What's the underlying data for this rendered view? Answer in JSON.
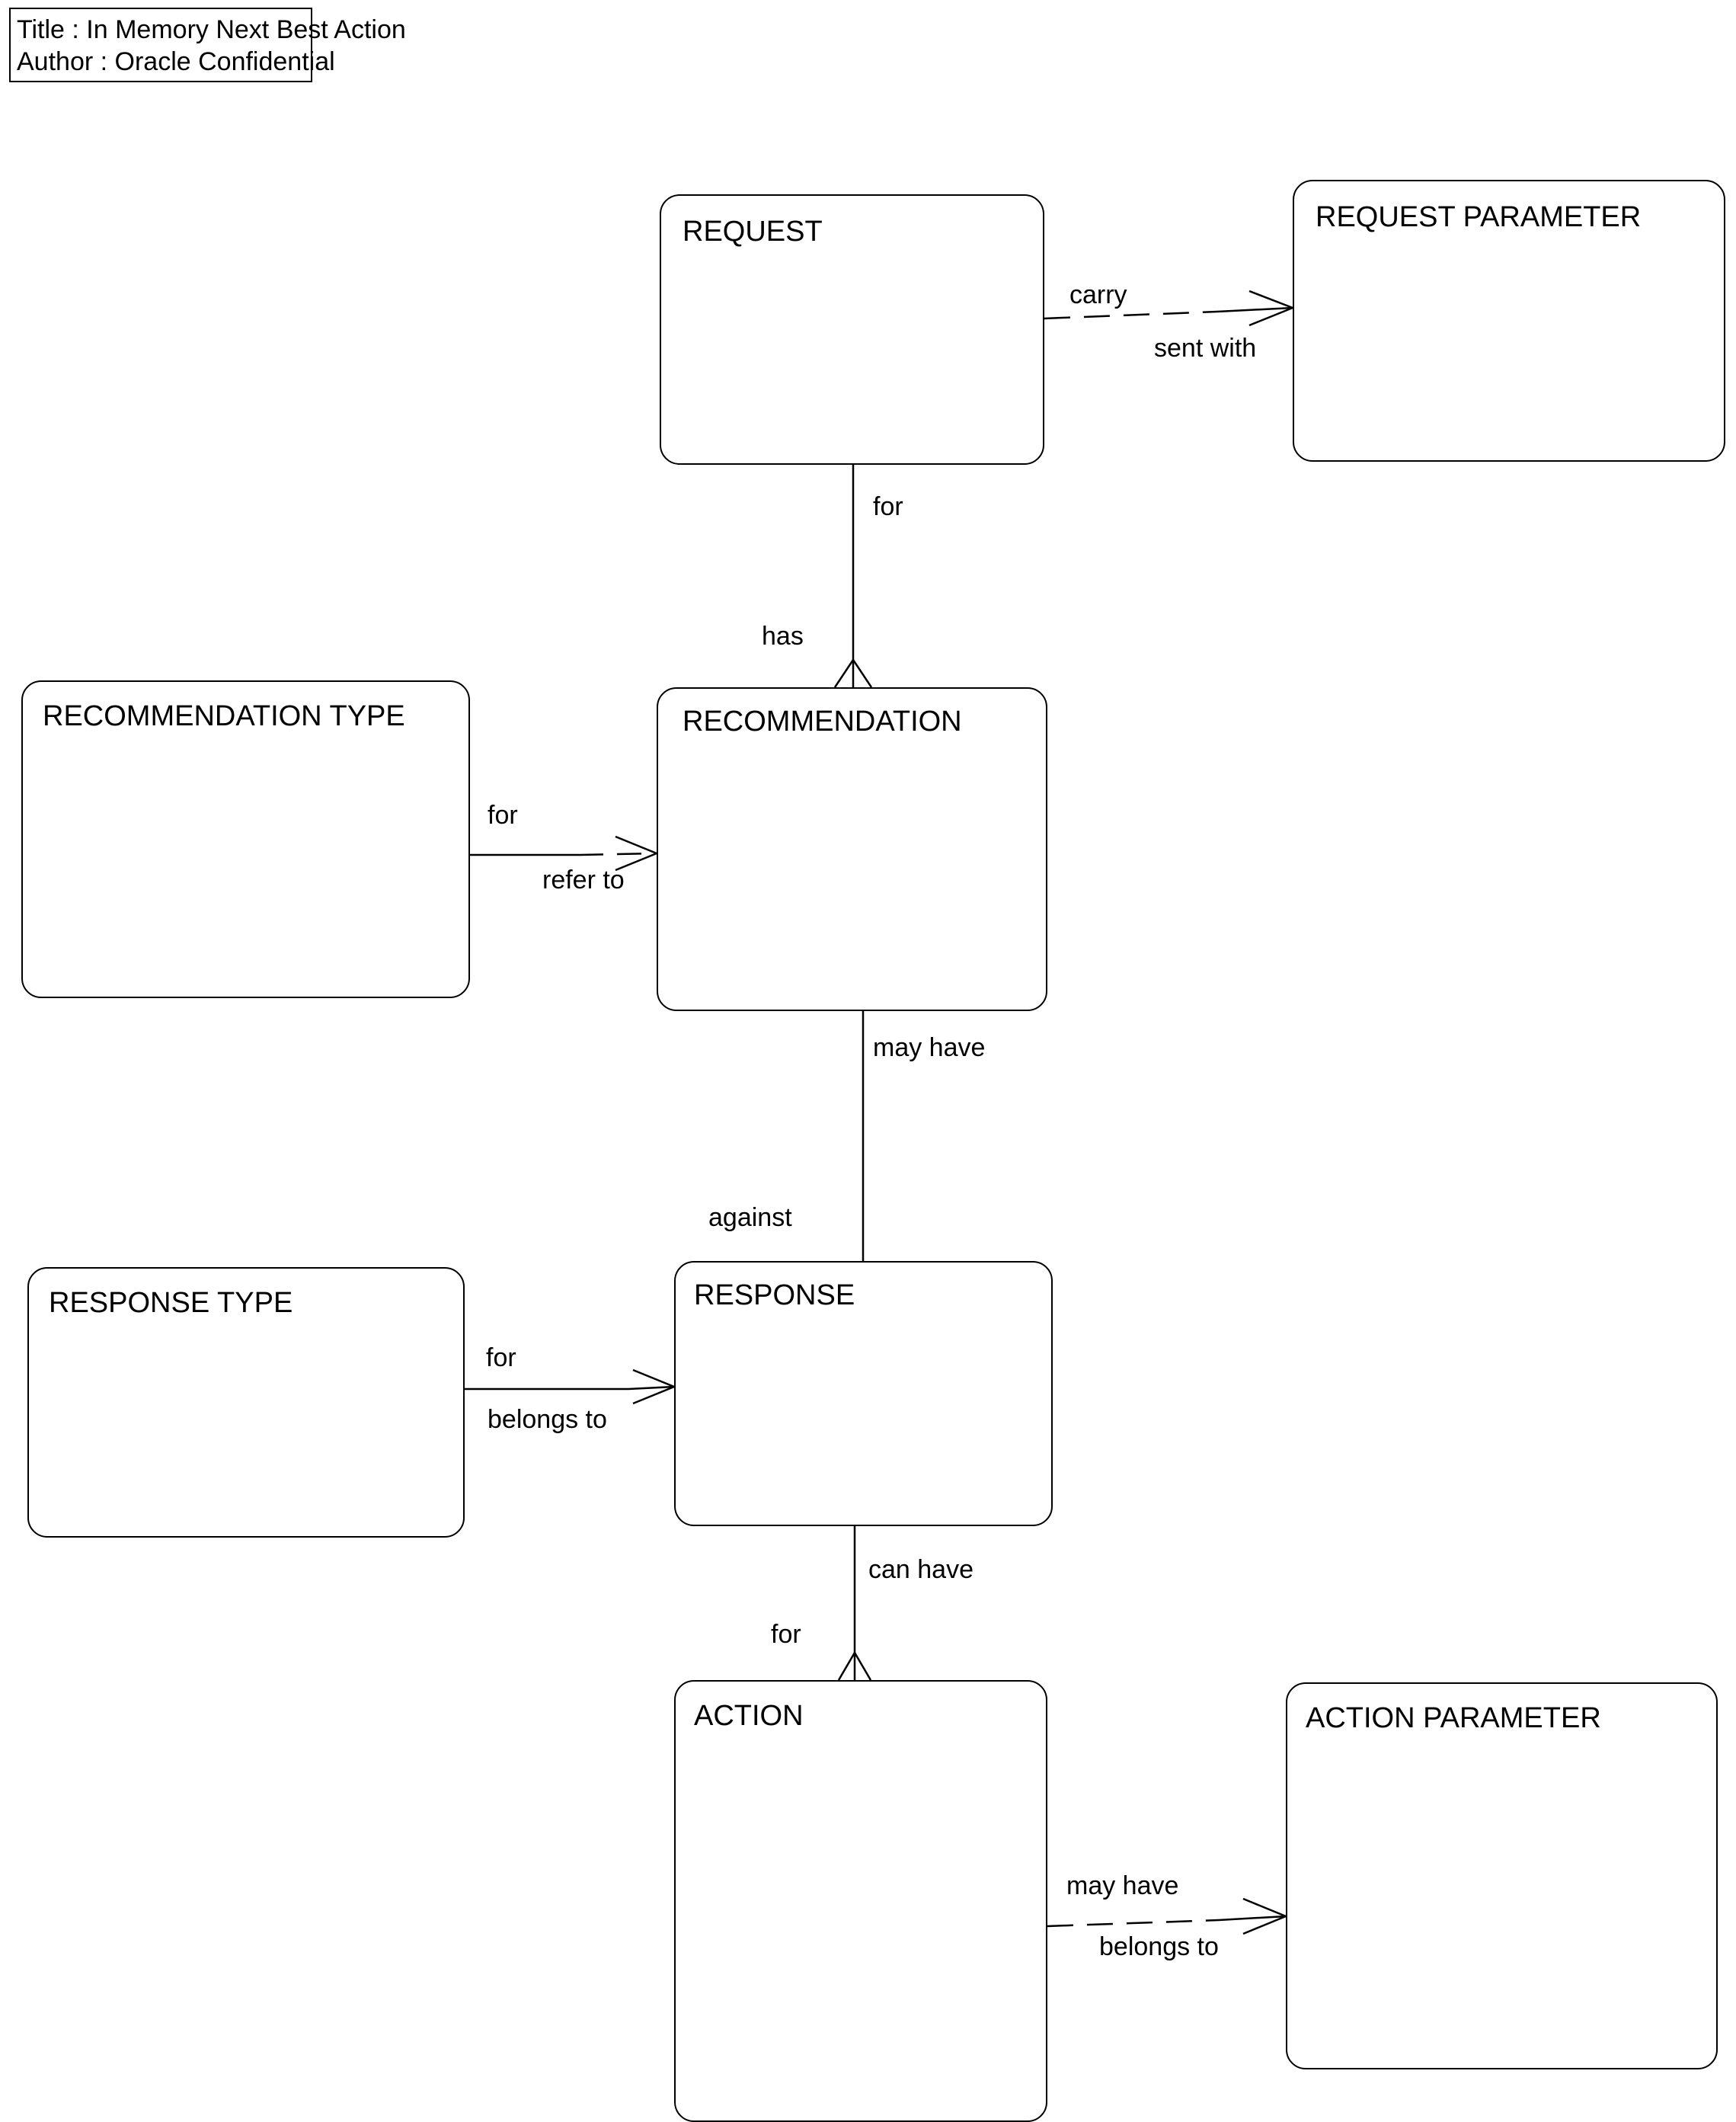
{
  "title_block": {
    "line1": "Title : In Memory Next Best Action",
    "line2": "Author : Oracle Confidential"
  },
  "diagram": {
    "kind": "entity-relationship-diagram",
    "notation": "barker-crows-foot",
    "entities": [
      {
        "id": "request",
        "label": "REQUEST"
      },
      {
        "id": "request-parameter",
        "label": "REQUEST PARAMETER"
      },
      {
        "id": "recommendation-type",
        "label": "RECOMMENDATION TYPE"
      },
      {
        "id": "recommendation",
        "label": "RECOMMENDATION"
      },
      {
        "id": "response-type",
        "label": "RESPONSE TYPE"
      },
      {
        "id": "response",
        "label": "RESPONSE"
      },
      {
        "id": "action",
        "label": "ACTION"
      },
      {
        "id": "action-parameter",
        "label": "ACTION PARAMETER"
      }
    ],
    "relationships": [
      {
        "id": "request-requestparameter",
        "from": "request",
        "to": "request-parameter",
        "forward_label": "carry",
        "reverse_label": "sent with"
      },
      {
        "id": "request-recommendation",
        "from": "request",
        "to": "recommendation",
        "forward_label": "for",
        "reverse_label": "has"
      },
      {
        "id": "recommendationtype-recommendation",
        "from": "recommendation-type",
        "to": "recommendation",
        "forward_label": "for",
        "reverse_label": "refer to"
      },
      {
        "id": "recommendation-response",
        "from": "recommendation",
        "to": "response",
        "forward_label": "may have",
        "reverse_label": "against"
      },
      {
        "id": "responsetype-response",
        "from": "response-type",
        "to": "response",
        "forward_label": "for",
        "reverse_label": "belongs to"
      },
      {
        "id": "response-action",
        "from": "response",
        "to": "action",
        "forward_label": "can have",
        "reverse_label": "for"
      },
      {
        "id": "action-actionparameter",
        "from": "action",
        "to": "action-parameter",
        "forward_label": "may have",
        "reverse_label": "belongs to"
      }
    ]
  },
  "style": {
    "stroke_color": "#000000",
    "fill_color": "#ffffff",
    "text_color": "#000000"
  }
}
